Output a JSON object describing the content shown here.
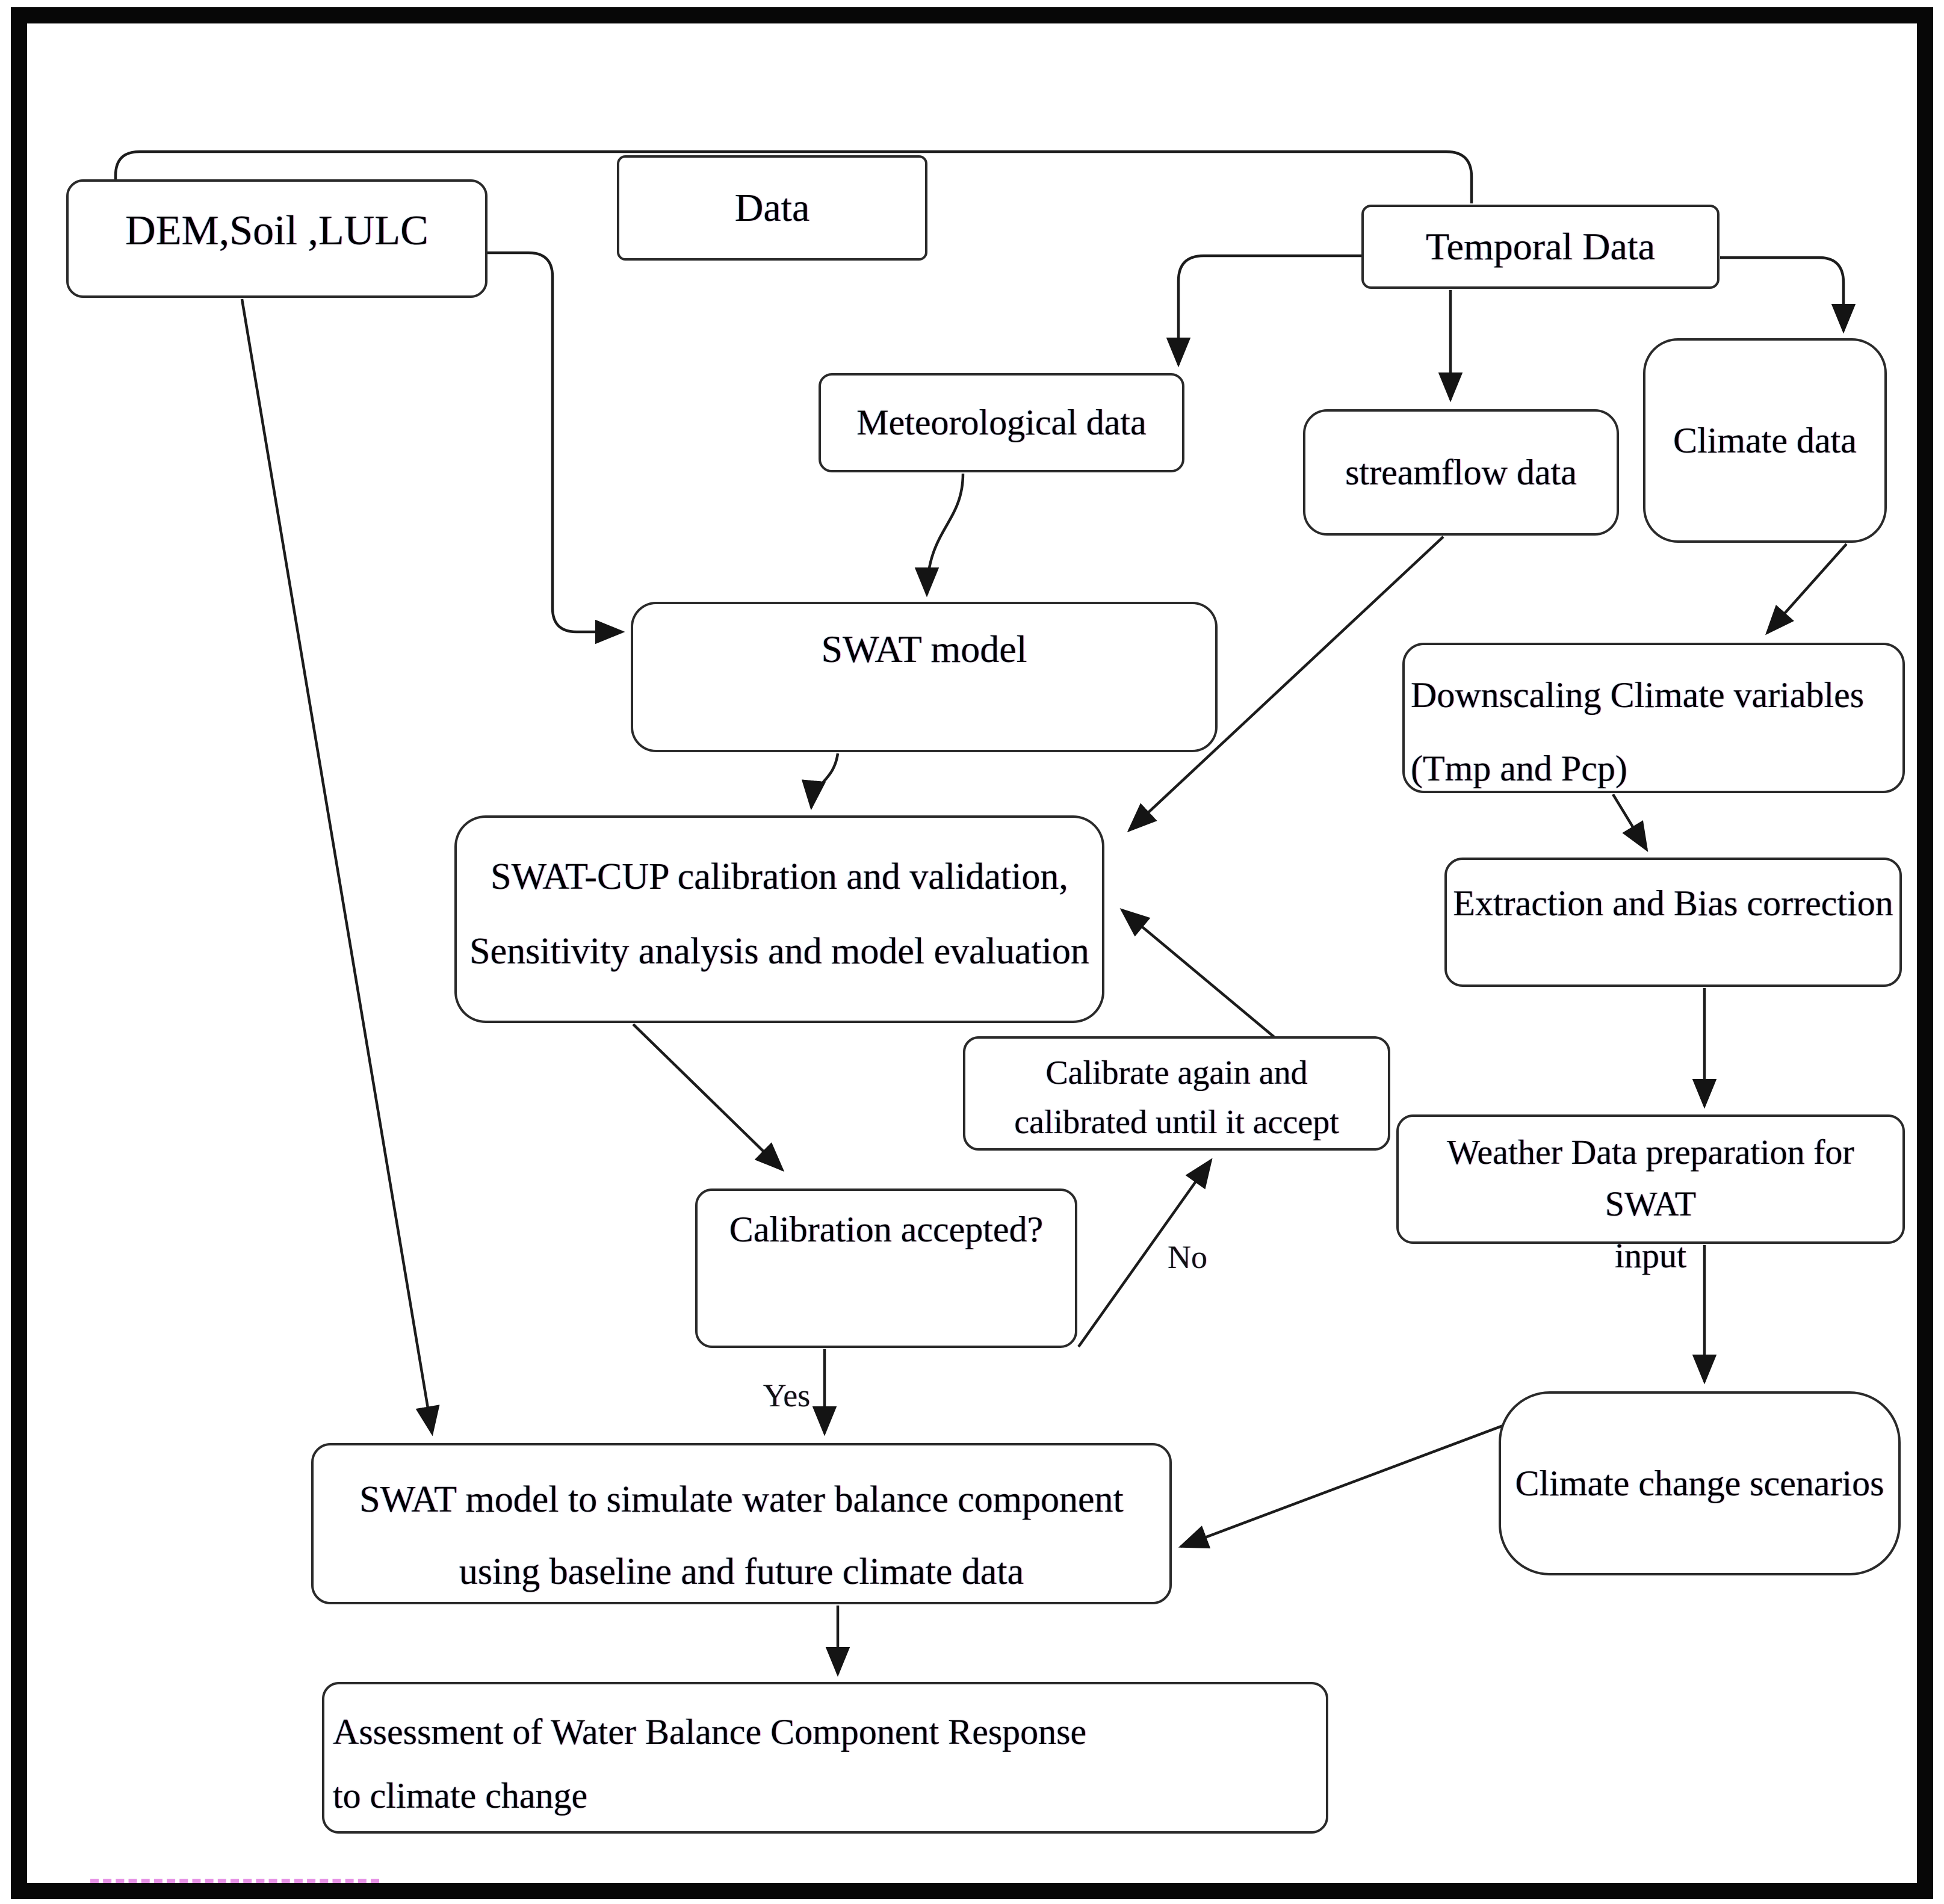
{
  "figure": {
    "background": "#ffffff",
    "line_color": "#1c1c1c",
    "text_color": "#000000",
    "nodes": {
      "data": {
        "label": "Data"
      },
      "dem_soil_lulc": {
        "label": "DEM,Soil ,LULC"
      },
      "temporal_data": {
        "label": "Temporal Data"
      },
      "meteorological_data": {
        "label": "Meteorological data"
      },
      "streamflow_data": {
        "label": "streamflow data"
      },
      "climate_data": {
        "label": "Climate data"
      },
      "swat_model": {
        "label": "SWAT model"
      },
      "downscaling": {
        "line1": "Downscaling Climate variables",
        "line2": "(Tmp and Pcp)"
      },
      "swat_cup": {
        "line1": "SWAT-CUP calibration and validation,",
        "line2": "Sensitivity analysis and model evaluation"
      },
      "extraction_bias": {
        "label": "Extraction and Bias correction"
      },
      "calibrate_again": {
        "line1": "Calibrate again and",
        "line2": "calibrated until it accept"
      },
      "weather_prep": {
        "line1": "Weather Data preparation for SWAT",
        "line2": "input"
      },
      "calibration_accepted": {
        "label": "Calibration accepted?"
      },
      "climate_scenarios": {
        "label": "Climate change scenarios"
      },
      "swat_simulate": {
        "line1": "SWAT model to simulate water balance component",
        "line2": "using baseline and future climate data"
      },
      "assessment": {
        "line1": "Assessment of Water Balance Component Response",
        "line2": "to climate change"
      }
    },
    "edge_labels": {
      "yes": "Yes",
      "no": "No"
    }
  }
}
